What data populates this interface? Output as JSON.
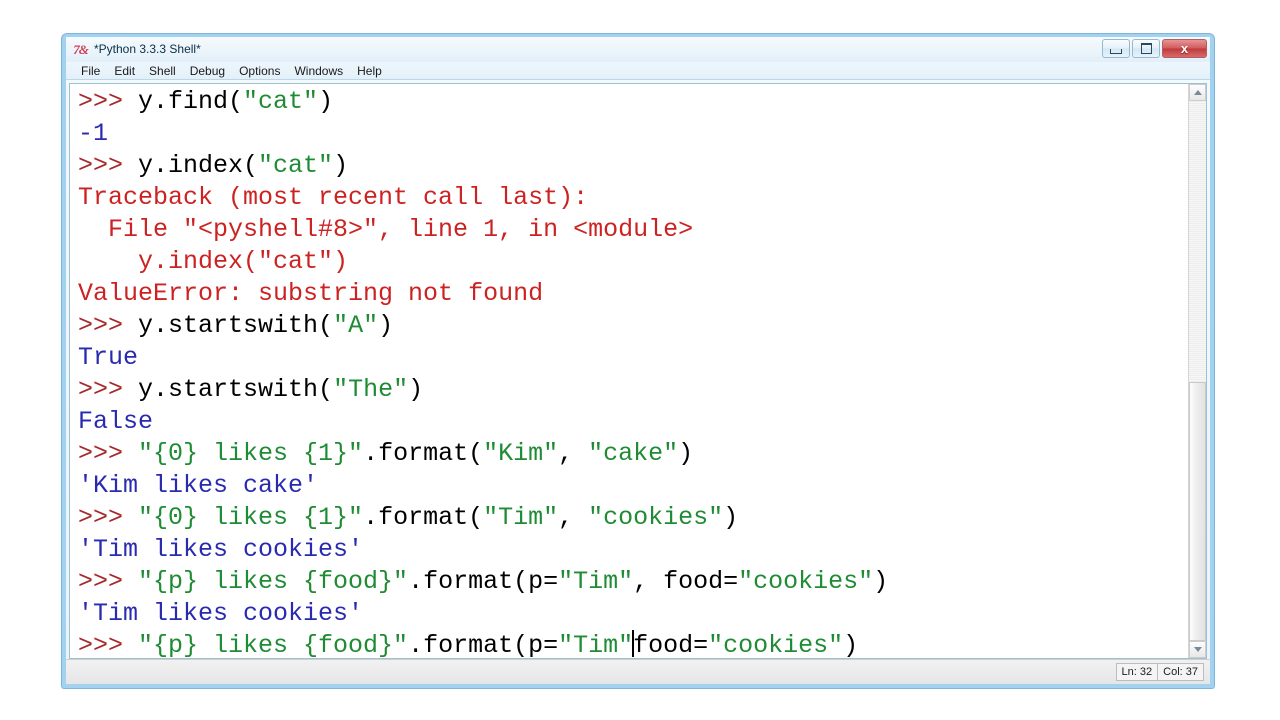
{
  "window": {
    "title": "*Python 3.3.3 Shell*",
    "app_icon": "python-logo-icon",
    "buttons": {
      "minimize": "minimize-button",
      "maximize": "maximize-button",
      "close_label": "x"
    }
  },
  "menubar": {
    "items": [
      {
        "label": "File"
      },
      {
        "label": "Edit"
      },
      {
        "label": "Shell"
      },
      {
        "label": "Debug"
      },
      {
        "label": "Options"
      },
      {
        "label": "Windows"
      },
      {
        "label": "Help"
      }
    ]
  },
  "shell": {
    "lines": [
      {
        "id": "l1",
        "segments": [
          {
            "t": ">>> ",
            "c": "prompt"
          },
          {
            "t": "y.find(",
            "c": "plain"
          },
          {
            "t": "\"cat\"",
            "c": "str"
          },
          {
            "t": ")",
            "c": "plain"
          }
        ]
      },
      {
        "id": "l2",
        "segments": [
          {
            "t": "-1",
            "c": "out"
          }
        ]
      },
      {
        "id": "l3",
        "segments": [
          {
            "t": ">>> ",
            "c": "prompt"
          },
          {
            "t": "y.index(",
            "c": "plain"
          },
          {
            "t": "\"cat\"",
            "c": "str"
          },
          {
            "t": ")",
            "c": "plain"
          }
        ]
      },
      {
        "id": "l4",
        "segments": [
          {
            "t": "Traceback (most recent call last):",
            "c": "err"
          }
        ]
      },
      {
        "id": "l5",
        "segments": [
          {
            "t": "  File \"<pyshell#8>\", line 1, in <module>",
            "c": "err"
          }
        ]
      },
      {
        "id": "l6",
        "segments": [
          {
            "t": "    y.index(\"cat\")",
            "c": "err"
          }
        ]
      },
      {
        "id": "l7",
        "segments": [
          {
            "t": "ValueError: substring not found",
            "c": "err"
          }
        ]
      },
      {
        "id": "l8",
        "segments": [
          {
            "t": ">>> ",
            "c": "prompt"
          },
          {
            "t": "y.startswith(",
            "c": "plain"
          },
          {
            "t": "\"A\"",
            "c": "str"
          },
          {
            "t": ")",
            "c": "plain"
          }
        ]
      },
      {
        "id": "l9",
        "segments": [
          {
            "t": "True",
            "c": "out"
          }
        ]
      },
      {
        "id": "l10",
        "segments": [
          {
            "t": ">>> ",
            "c": "prompt"
          },
          {
            "t": "y.startswith(",
            "c": "plain"
          },
          {
            "t": "\"The\"",
            "c": "str"
          },
          {
            "t": ")",
            "c": "plain"
          }
        ]
      },
      {
        "id": "l11",
        "segments": [
          {
            "t": "False",
            "c": "out"
          }
        ]
      },
      {
        "id": "l12",
        "segments": [
          {
            "t": ">>> ",
            "c": "prompt"
          },
          {
            "t": "\"{0} likes {1}\"",
            "c": "str"
          },
          {
            "t": ".format(",
            "c": "plain"
          },
          {
            "t": "\"Kim\"",
            "c": "str"
          },
          {
            "t": ", ",
            "c": "plain"
          },
          {
            "t": "\"cake\"",
            "c": "str"
          },
          {
            "t": ")",
            "c": "plain"
          }
        ]
      },
      {
        "id": "l13",
        "segments": [
          {
            "t": "'Kim likes cake'",
            "c": "out"
          }
        ]
      },
      {
        "id": "l14",
        "segments": [
          {
            "t": ">>> ",
            "c": "prompt"
          },
          {
            "t": "\"{0} likes {1}\"",
            "c": "str"
          },
          {
            "t": ".format(",
            "c": "plain"
          },
          {
            "t": "\"Tim\"",
            "c": "str"
          },
          {
            "t": ", ",
            "c": "plain"
          },
          {
            "t": "\"cookies\"",
            "c": "str"
          },
          {
            "t": ")",
            "c": "plain"
          }
        ]
      },
      {
        "id": "l15",
        "segments": [
          {
            "t": "'Tim likes cookies'",
            "c": "out"
          }
        ]
      },
      {
        "id": "l16",
        "segments": [
          {
            "t": ">>> ",
            "c": "prompt"
          },
          {
            "t": "\"{p} likes {food}\"",
            "c": "str"
          },
          {
            "t": ".format(p=",
            "c": "plain"
          },
          {
            "t": "\"Tim\"",
            "c": "str"
          },
          {
            "t": ", food=",
            "c": "plain"
          },
          {
            "t": "\"cookies\"",
            "c": "str"
          },
          {
            "t": ")",
            "c": "plain"
          }
        ]
      },
      {
        "id": "l17",
        "segments": [
          {
            "t": "'Tim likes cookies'",
            "c": "out"
          }
        ]
      },
      {
        "id": "l18",
        "segments": [
          {
            "t": ">>> ",
            "c": "prompt"
          },
          {
            "t": "\"{p} likes {food}\"",
            "c": "str"
          },
          {
            "t": ".format(p=",
            "c": "plain"
          },
          {
            "t": "\"Tim\"",
            "c": "str"
          },
          {
            "t": "",
            "c": "caret"
          },
          {
            "t": "food=",
            "c": "plain"
          },
          {
            "t": "\"cookies\"",
            "c": "str"
          },
          {
            "t": ")",
            "c": "plain"
          }
        ]
      }
    ],
    "colors": {
      "prompt": "#a52a2a",
      "string": "#1f8c34",
      "output": "#2a2ab0",
      "error": "#cc2222",
      "code": "#000000",
      "background": "#ffffff"
    }
  },
  "scrollbar": {
    "up_arrow": "scroll-up-arrow-icon",
    "down_arrow": "scroll-down-arrow-icon",
    "thumb_top_pct": 52
  },
  "statusbar": {
    "line_label": "Ln: 32",
    "col_label": "Col: 37"
  }
}
